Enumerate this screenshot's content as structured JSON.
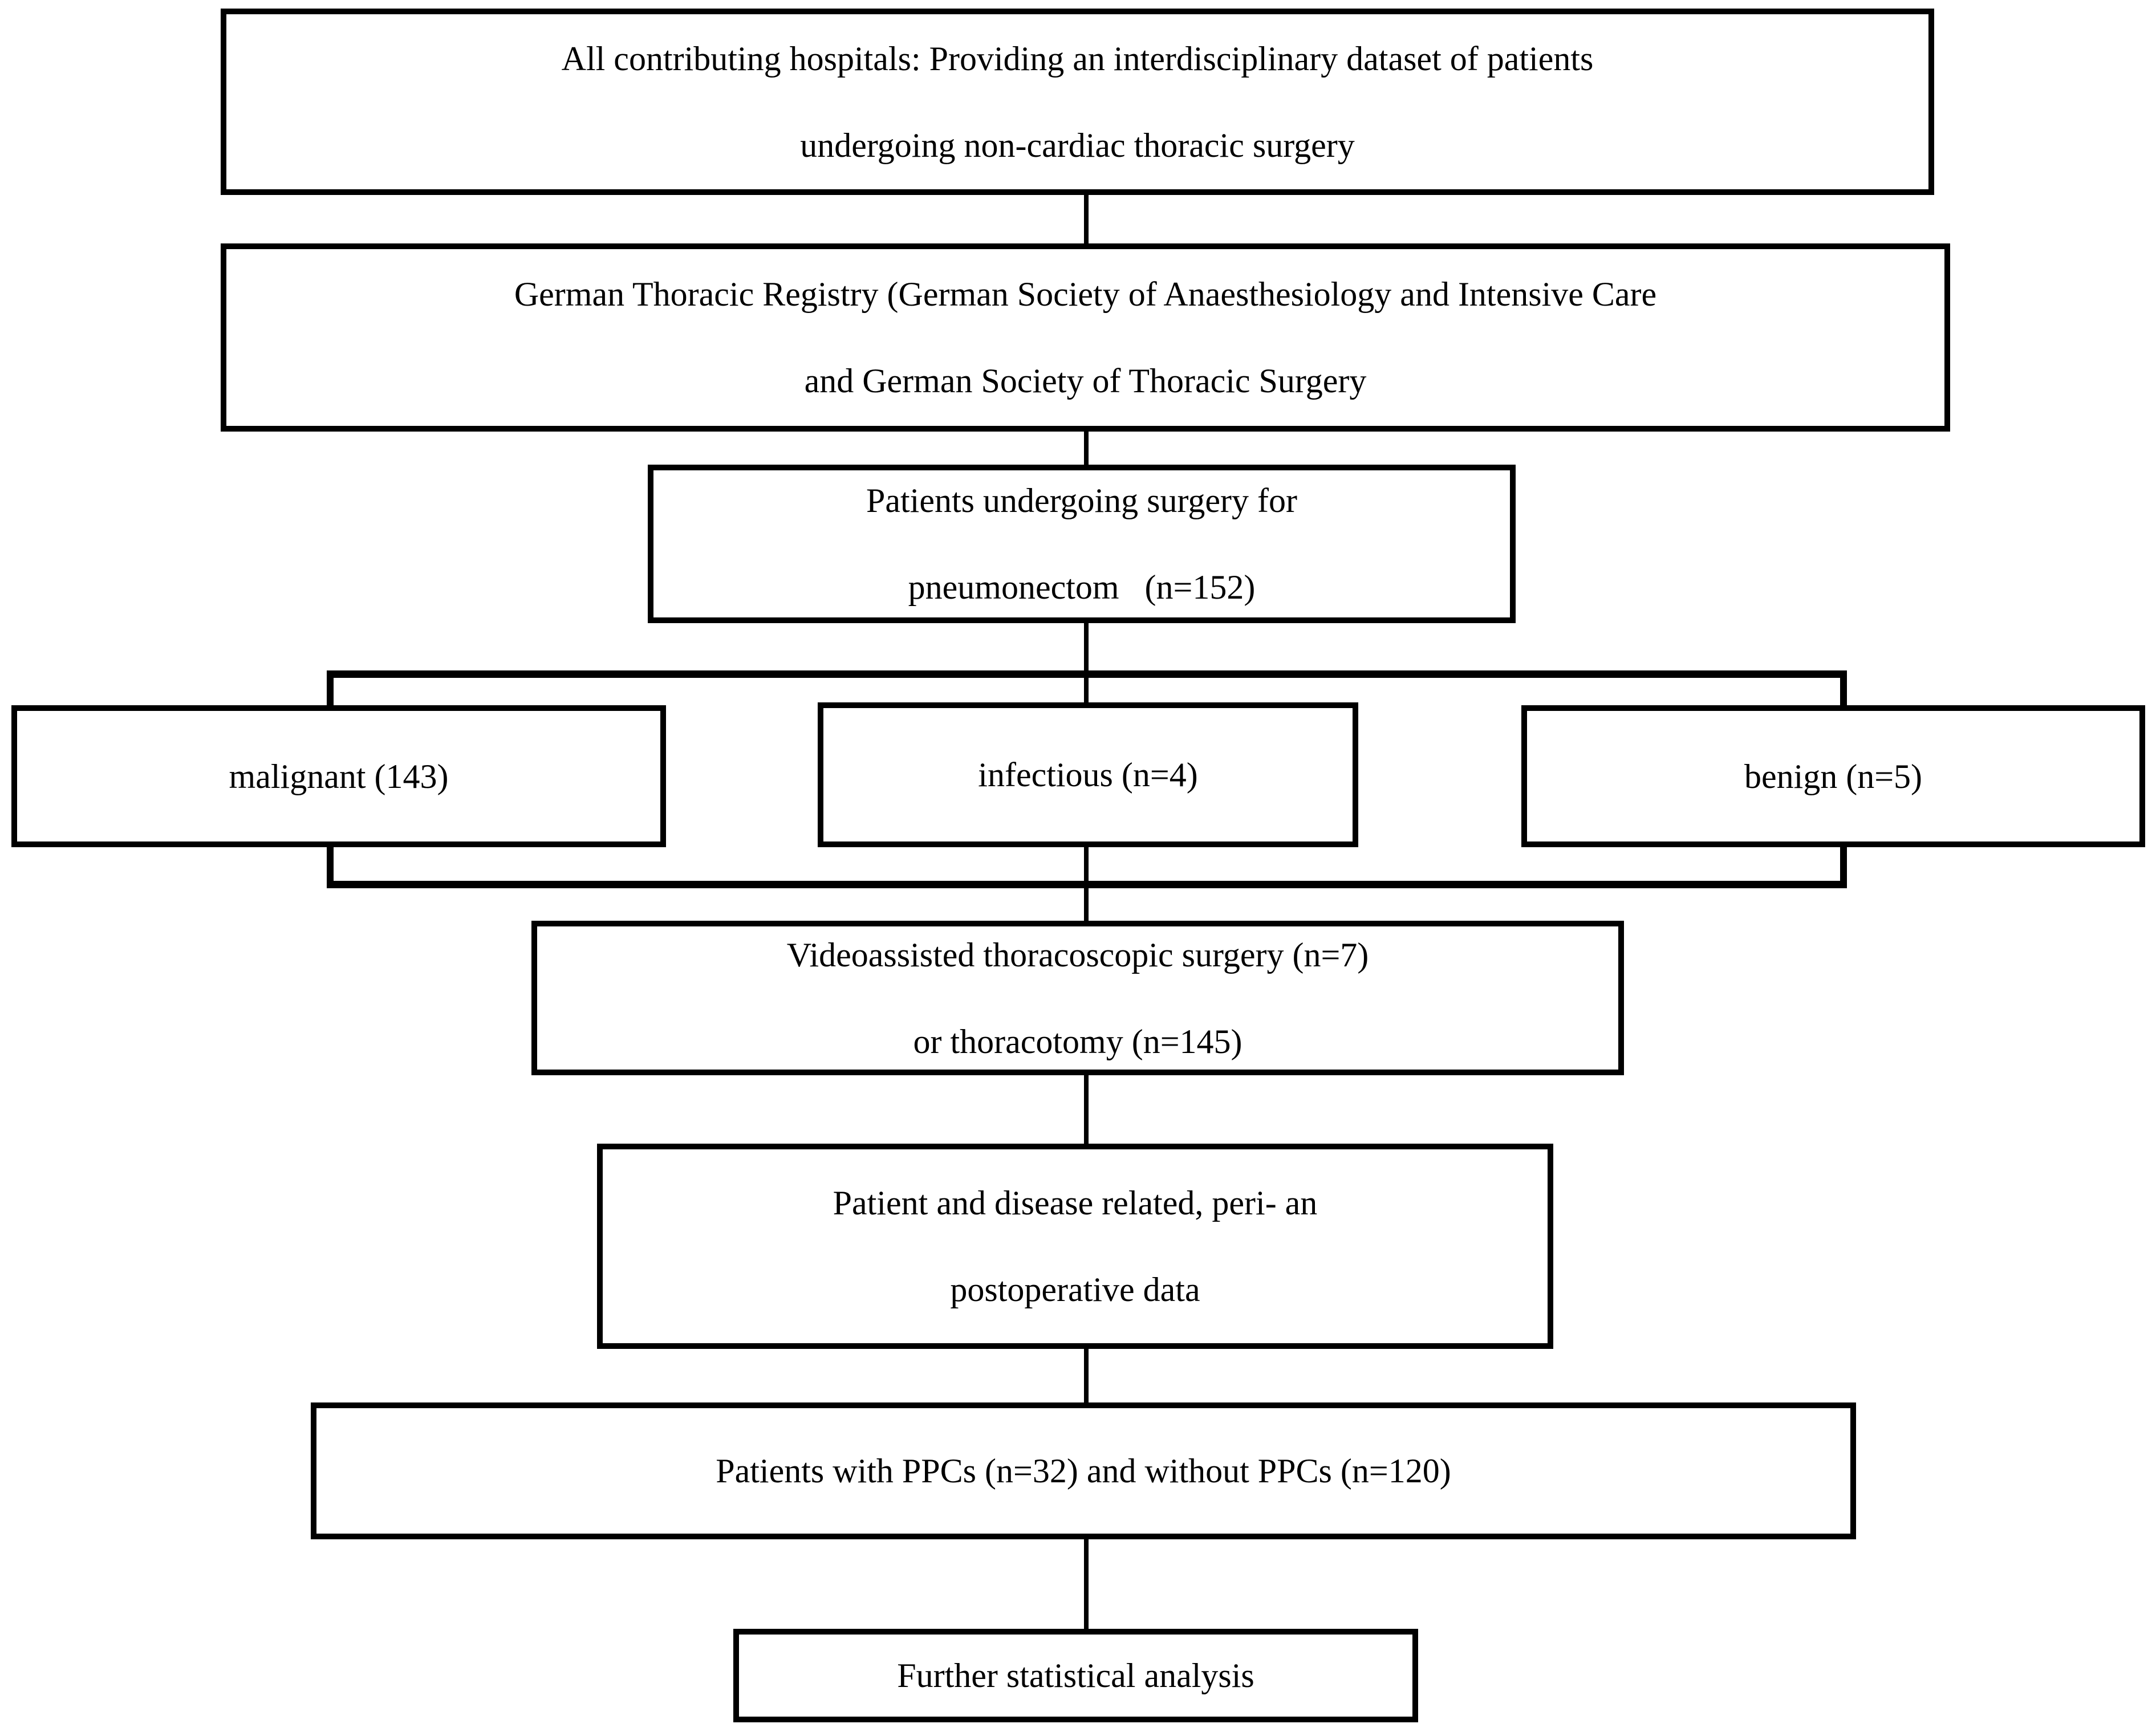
{
  "diagram": {
    "type": "flowchart",
    "background_color": "#ffffff",
    "line_color": "#000000",
    "text_color": "#000000",
    "nodes": {
      "hospitals": {
        "lines": [
          "All contributing hospitals: Providing an interdisciplinary dataset of patients",
          "undergoing non-cardiac thoracic surgery"
        ]
      },
      "registry": {
        "lines": [
          "German Thoracic Registry (German Society of Anaesthesiology and Intensive Care",
          "and German Society of Thoracic Surgery"
        ]
      },
      "pneumonectomy": {
        "lines": [
          "Patients undergoing surgery for",
          "pneumonectom   (n=152)"
        ]
      },
      "malignant": {
        "lines": [
          "malignant (143)"
        ]
      },
      "infectious": {
        "lines": [
          "infectious (n=4)"
        ]
      },
      "benign": {
        "lines": [
          "benign (n=5)"
        ]
      },
      "vats": {
        "lines": [
          "Videoassisted thoracoscopic surgery (n=7)",
          "or thoracotomy (n=145)"
        ]
      },
      "perioperative": {
        "lines": [
          "Patient and disease related, peri- an",
          "postoperative data"
        ]
      },
      "ppcs": {
        "lines": [
          "Patients with PPCs (n=32) and without PPCs (n=120)"
        ]
      },
      "analysis": {
        "lines": [
          "Further statistical analysis"
        ]
      }
    },
    "edges": [
      {
        "from": "hospitals",
        "to": "registry"
      },
      {
        "from": "registry",
        "to": "pneumonectomy"
      },
      {
        "from": "pneumonectomy",
        "to": "malignant"
      },
      {
        "from": "pneumonectomy",
        "to": "infectious"
      },
      {
        "from": "pneumonectomy",
        "to": "benign"
      },
      {
        "from": "malignant",
        "to": "vats"
      },
      {
        "from": "infectious",
        "to": "vats"
      },
      {
        "from": "benign",
        "to": "vats"
      },
      {
        "from": "vats",
        "to": "perioperative"
      },
      {
        "from": "perioperative",
        "to": "ppcs"
      },
      {
        "from": "ppcs",
        "to": "analysis"
      }
    ]
  }
}
